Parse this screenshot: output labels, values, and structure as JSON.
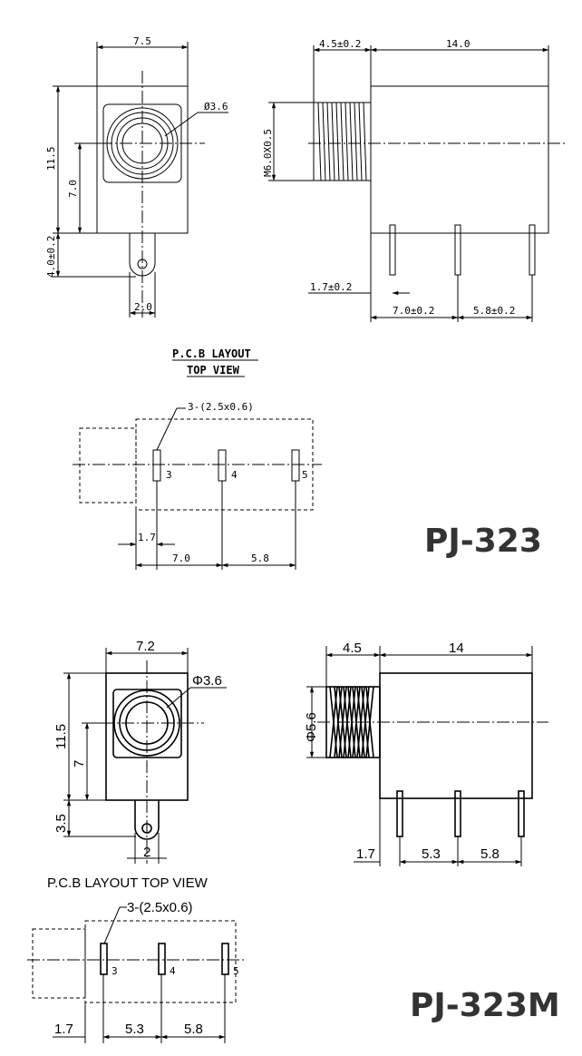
{
  "pj323": {
    "model": "PJ-323",
    "front": {
      "width": "7.5",
      "diameter": "Ø3.6",
      "height": "11.5",
      "center_height": "7.0",
      "pin_length": "4.0±0.2",
      "pin_width": "2.0"
    },
    "side": {
      "thread_len": "4.5±0.2",
      "body_len": "14.0",
      "thread": "M6.0X0.5",
      "pin_offset": "1.7±0.2",
      "pitch1": "7.0±0.2",
      "pitch2": "5.8±0.2"
    },
    "pcb": {
      "title1": "P.C.B LAYOUT",
      "title2": "TOP VIEW",
      "holes": "3-(2.5x0.6)",
      "pins": [
        "3",
        "4",
        "5"
      ],
      "d1": "1.7",
      "d2": "7.0",
      "d3": "5.8"
    }
  },
  "pj323m": {
    "model": "PJ-323M",
    "front": {
      "width": "7.2",
      "diameter": "Φ3.6",
      "height": "11.5",
      "center_height": "7",
      "pin_length": "3.5",
      "pin_width": "2"
    },
    "side": {
      "thread_len": "4.5",
      "body_len": "14",
      "thread": "Φ5.6",
      "pin_offset": "1.7",
      "pitch1": "5.3",
      "pitch2": "5.8"
    },
    "pcb": {
      "title": "P.C.B LAYOUT    TOP VIEW",
      "holes": "3-(2.5x0.6)",
      "pins": [
        "3",
        "4",
        "5"
      ],
      "d1": "1.7",
      "d2": "5.3",
      "d3": "5.8"
    }
  }
}
